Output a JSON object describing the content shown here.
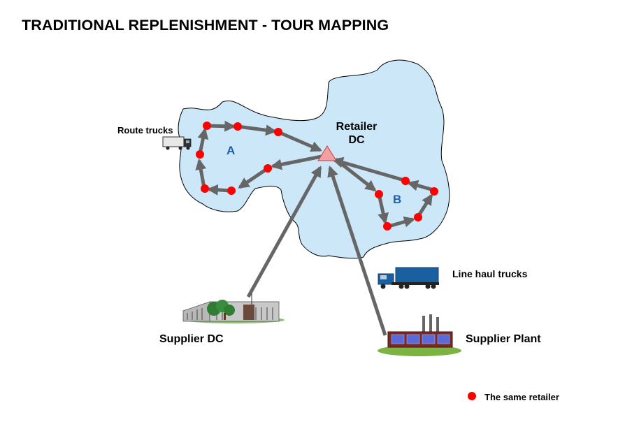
{
  "title": "TRADITIONAL REPLENISHMENT - TOUR MAPPING",
  "labels": {
    "route_trucks": "Route trucks",
    "retailer_dc_line1": "Retailer",
    "retailer_dc_line2": "DC",
    "region_a": "A",
    "region_b": "B",
    "line_haul_trucks": "Line haul trucks",
    "supplier_dc": "Supplier DC",
    "supplier_plant": "Supplier Plant"
  },
  "legend": {
    "retailer_marker_label": "The same retailer"
  },
  "colors": {
    "region_fill": "#cce8f8",
    "arrow": "#666666",
    "retailer_dot": "#ff0000",
    "dc_marker": "#f4a0a0",
    "region_letter": "#1f5fa8",
    "line_haul_truck": "#1a5fa0"
  },
  "icons": [
    "route-truck-icon",
    "line-haul-truck-icon",
    "supplier-dc-building-icon",
    "supplier-plant-factory-icon",
    "retailer-dc-triangle-icon"
  ]
}
